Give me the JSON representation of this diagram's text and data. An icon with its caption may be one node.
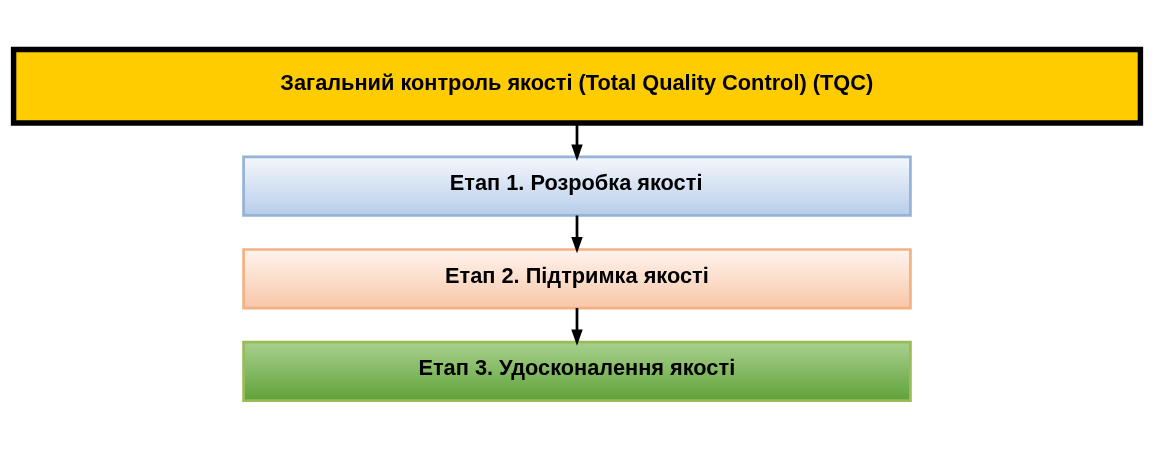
{
  "diagram": {
    "nodes": [
      {
        "text": [
          "Загальний контроль якості (Total Quality Control) (TQC)"
        ]
      },
      {
        "text": [
          "Етап 1. Розробка якості"
        ]
      },
      {
        "text": [
          "Етап 2. Підтримка якості"
        ]
      },
      {
        "text": [
          "Етап 3. Удосконалення якості"
        ]
      }
    ],
    "edges": [
      {
        "from": 0,
        "to": 1,
        "arrow": "to"
      },
      {
        "from": 1,
        "to": 2,
        "arrow": "to"
      },
      {
        "from": 2,
        "to": 3,
        "arrow": "to"
      }
    ]
  }
}
